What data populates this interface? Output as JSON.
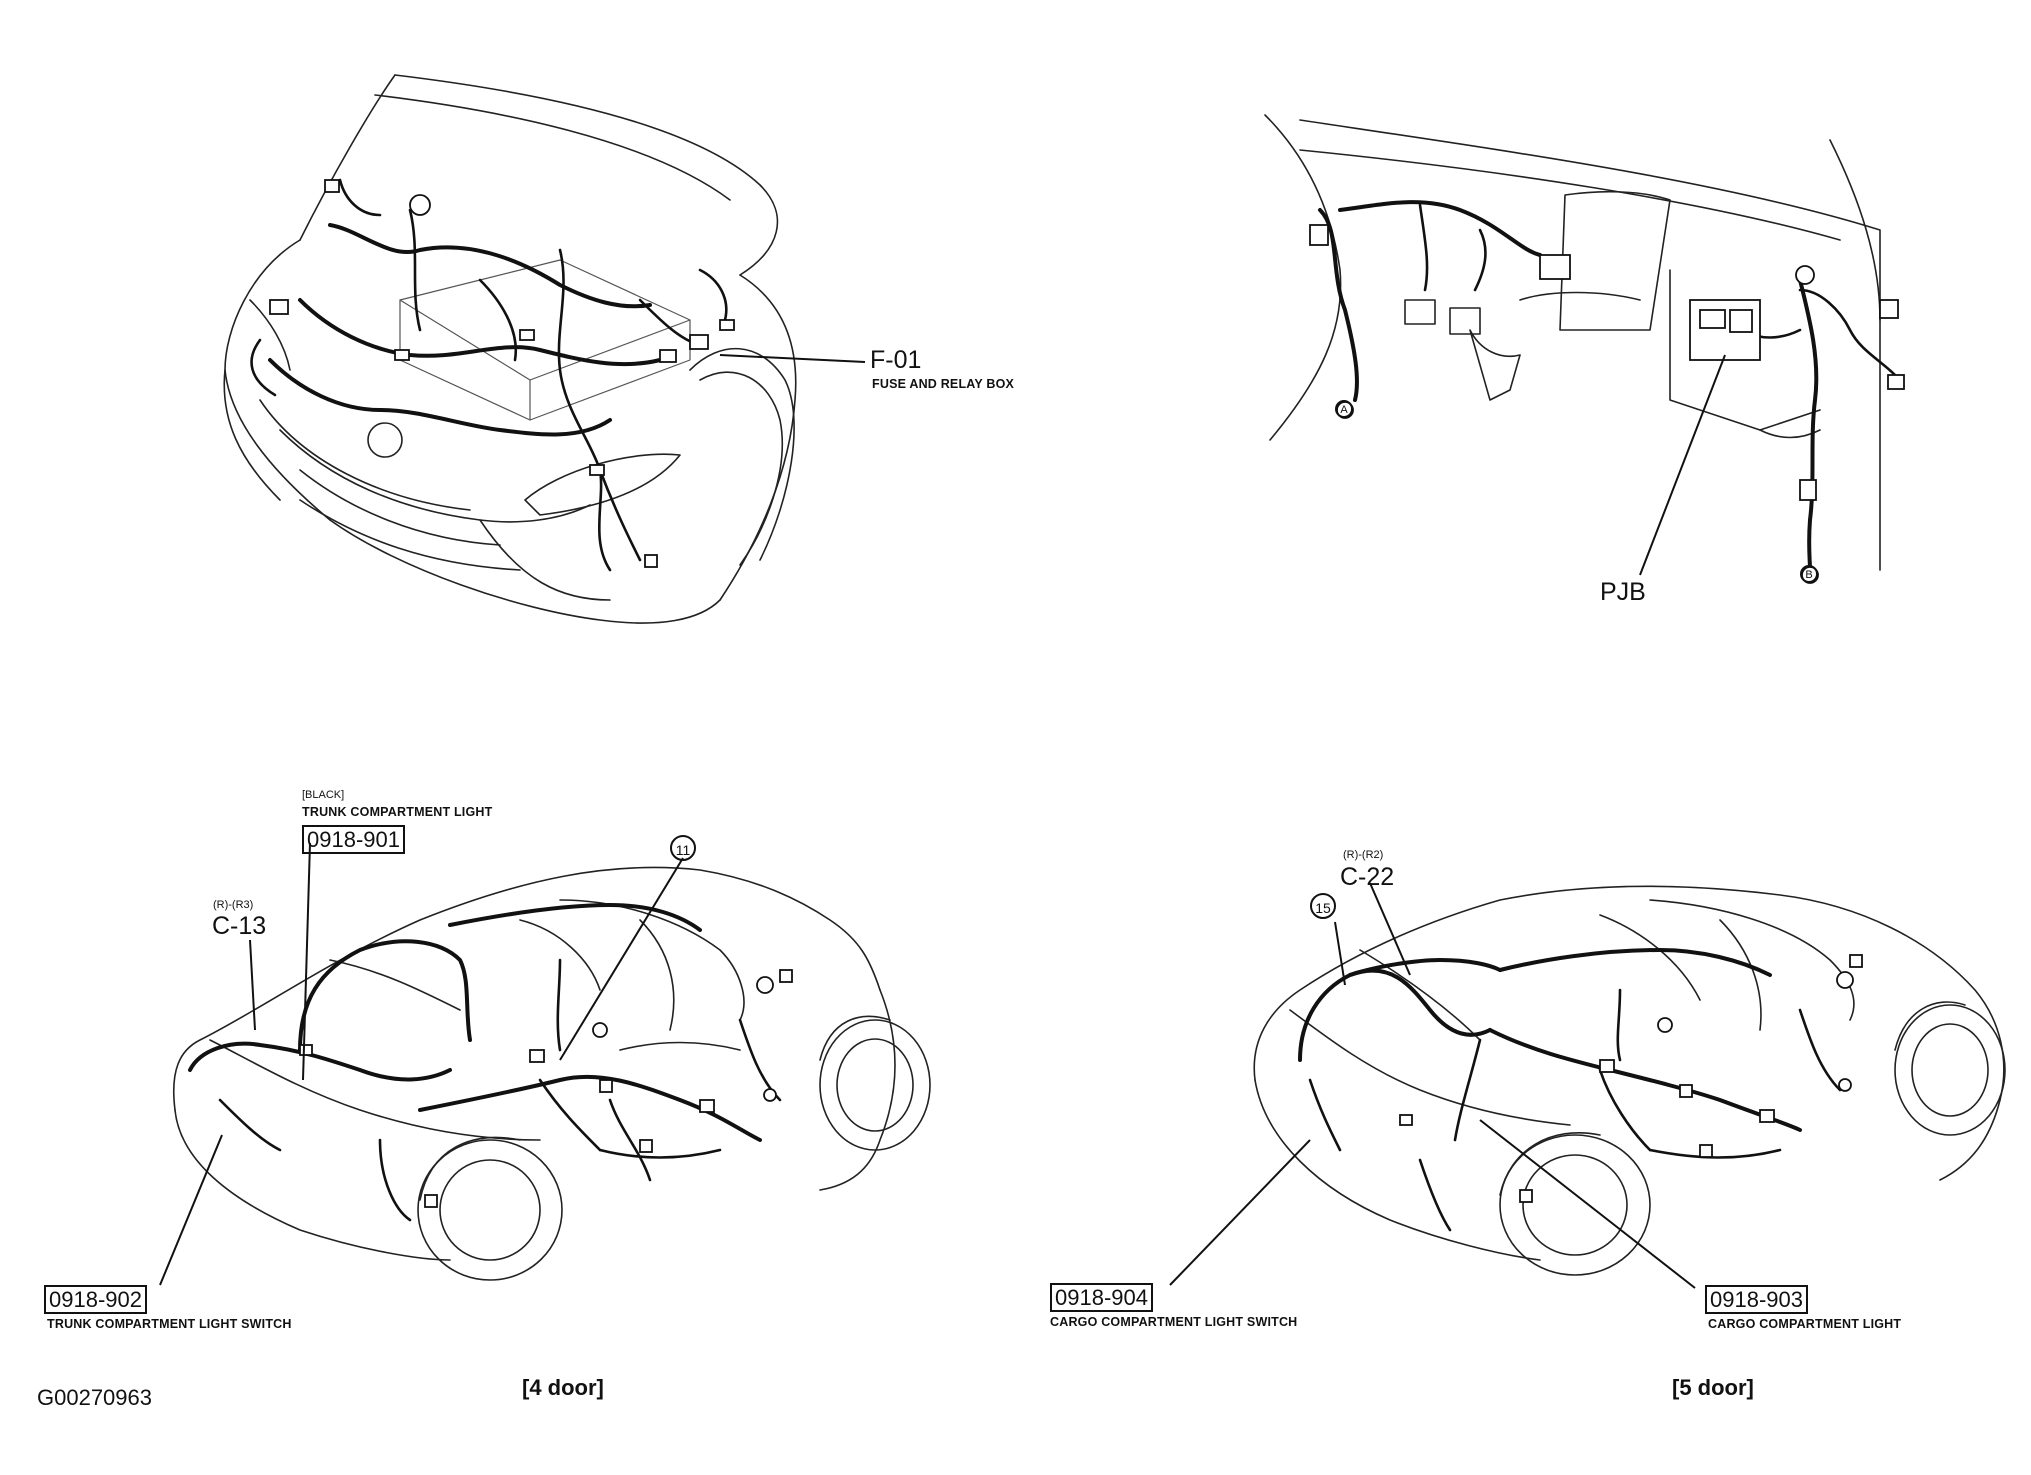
{
  "callouts": {
    "f01": {
      "code": "F-01",
      "desc": "FUSE AND RELAY BOX"
    },
    "pjb": {
      "code": "PJB"
    },
    "c13": {
      "range": "(R)-(R3)",
      "code": "C-13"
    },
    "c22": {
      "range": "(R)-(R2)",
      "code": "C-22"
    },
    "n901": {
      "note": "[BLACK]",
      "desc": "TRUNK COMPARTMENT LIGHT",
      "code": "0918-901"
    },
    "n902": {
      "code": "0918-902",
      "desc": "TRUNK COMPARTMENT LIGHT SWITCH"
    },
    "n903": {
      "code": "0918-903",
      "desc": "CARGO COMPARTMENT LIGHT"
    },
    "n904": {
      "code": "0918-904",
      "desc": "CARGO COMPARTMENT LIGHT SWITCH"
    },
    "m11": {
      "label": "11"
    },
    "m15": {
      "label": "15"
    },
    "mA": {
      "label": "A"
    },
    "mB": {
      "label": "B"
    }
  },
  "captions": {
    "four_door": "[4 door]",
    "five_door": "[5 door]"
  },
  "figure_id": "G00270963"
}
